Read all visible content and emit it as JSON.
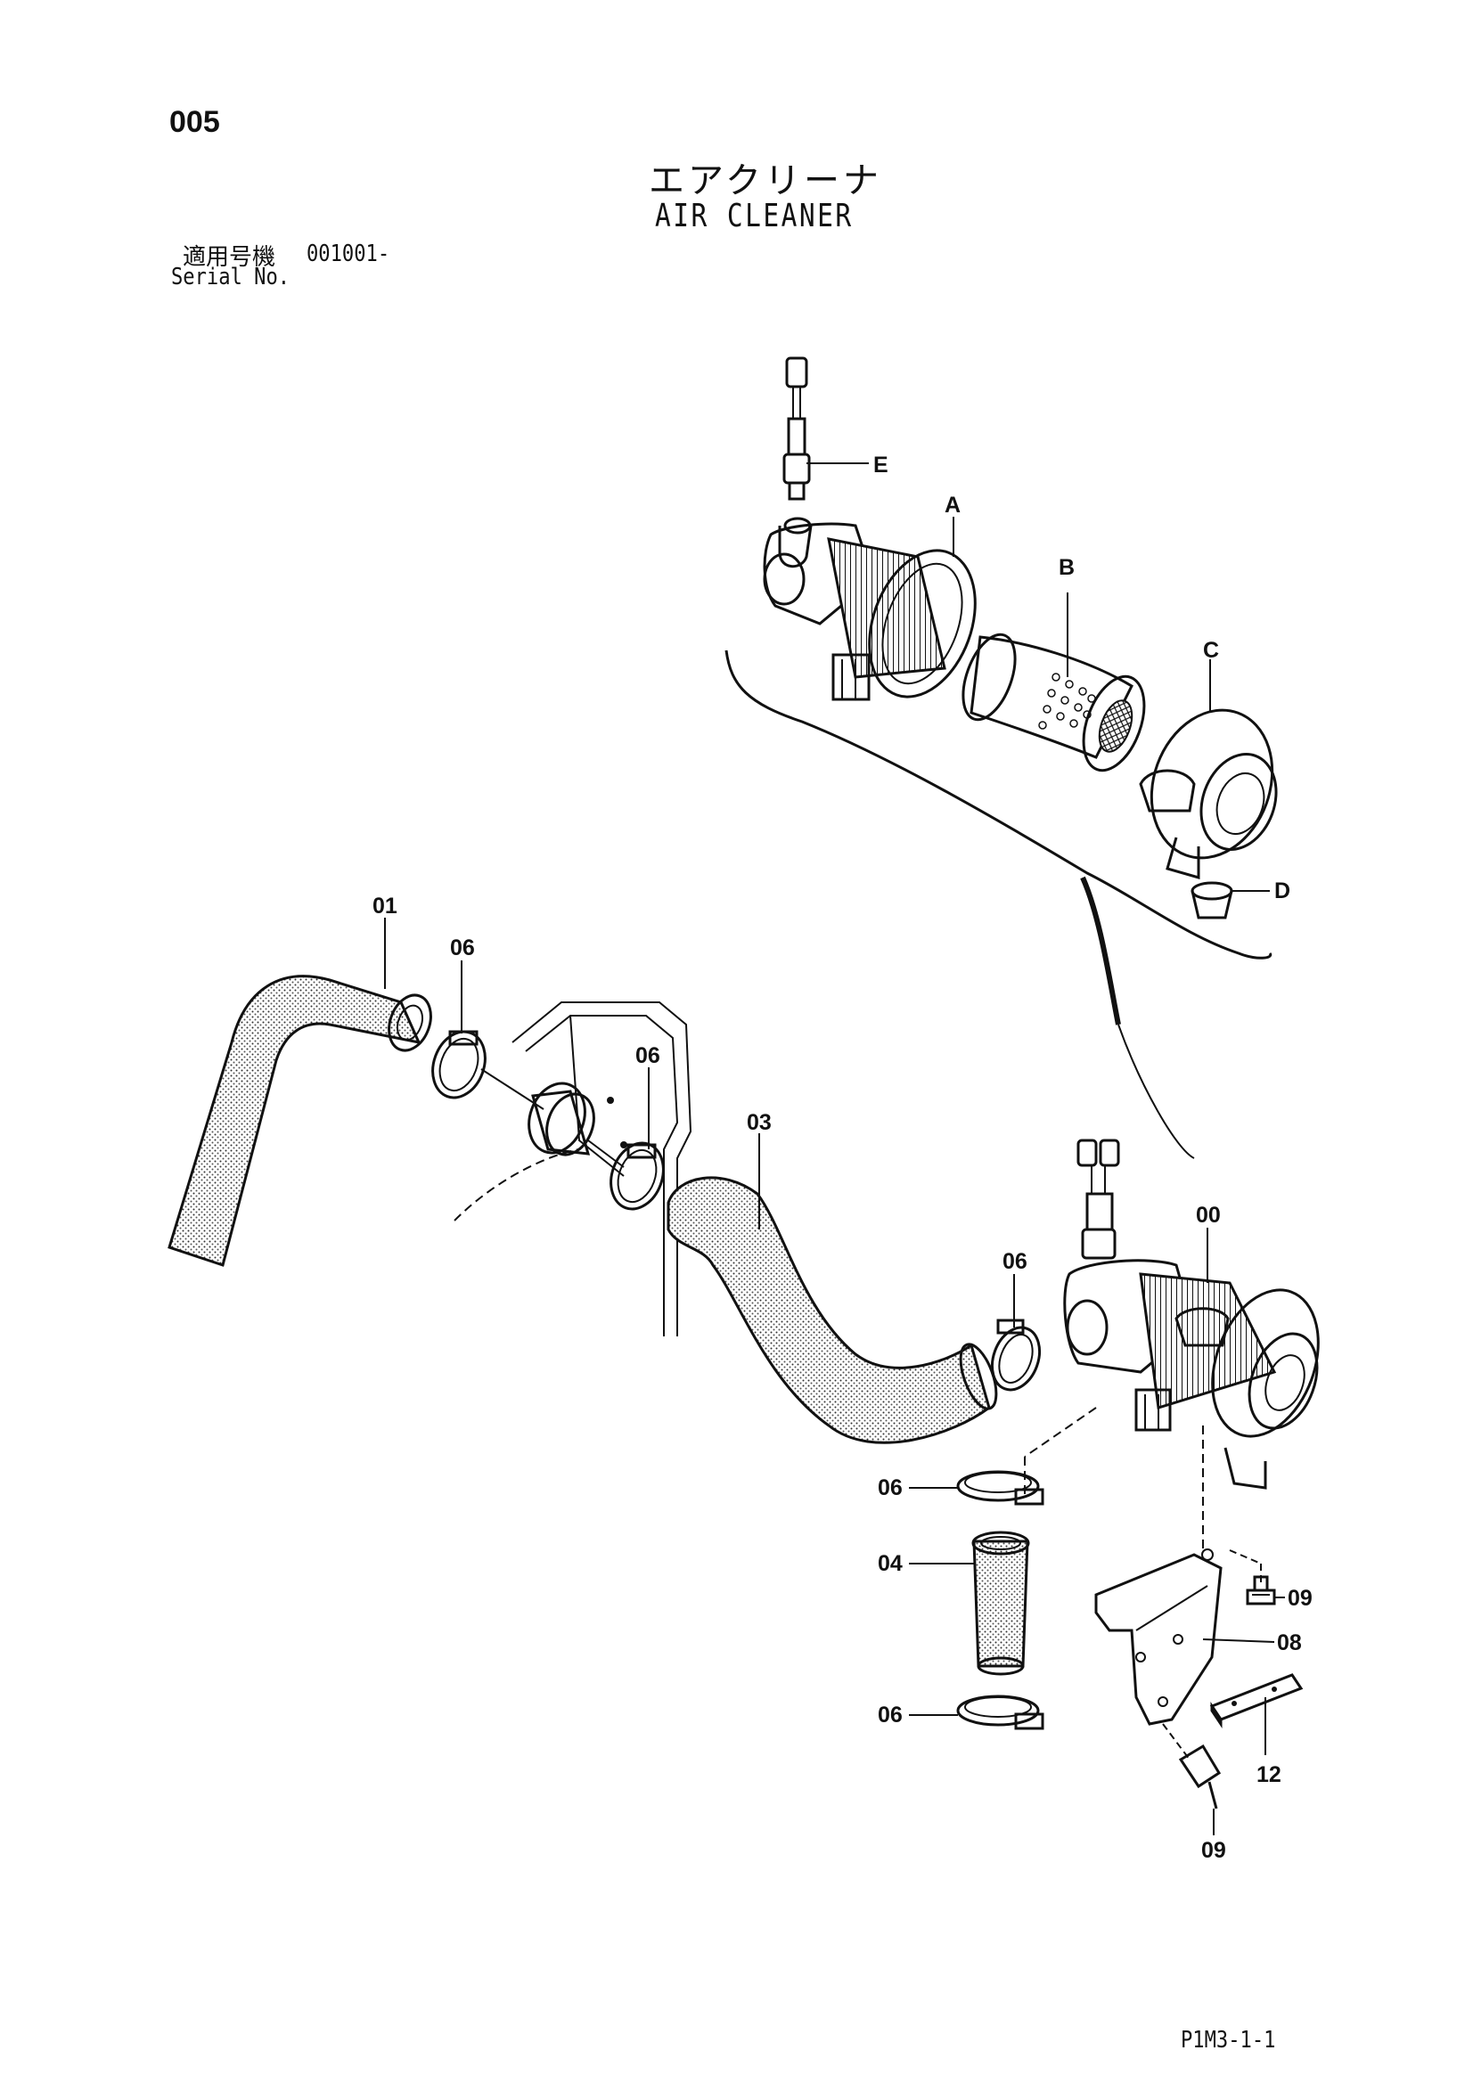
{
  "page": {
    "number": "005",
    "title_jp": "エアクリーナ",
    "title_en": "AIR CLEANER",
    "serial_jp": "適用号機",
    "serial_value": "001001-",
    "serial_en": "Serial No.",
    "code": "P1M3-1-1"
  },
  "callouts": {
    "A": "A",
    "B": "B",
    "C": "C",
    "D": "D",
    "E": "E",
    "p00": "00",
    "p01": "01",
    "p03": "03",
    "p04": "04",
    "p06a": "06",
    "p06b": "06",
    "p06c": "06",
    "p06d": "06",
    "p06e": "06",
    "p08": "08",
    "p09a": "09",
    "p09b": "09",
    "p12": "12"
  }
}
